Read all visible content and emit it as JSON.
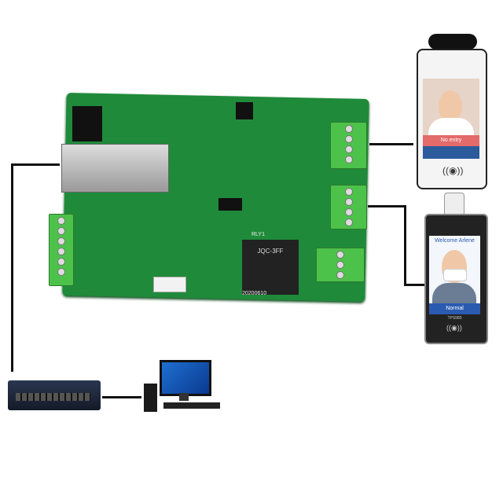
{
  "board": {
    "relay_label": "JQC-3FF",
    "relay_ref": "RLY1",
    "date_code": "20200610",
    "color": "#1f8a3a"
  },
  "device_top": {
    "status": "No entry",
    "color": "#e56a6a"
  },
  "device_bottom": {
    "welcome": "Welcome Arlene",
    "status": "Normal",
    "model": "TPS980",
    "accent": "#2a5bb0"
  },
  "connection_color": "#111111"
}
